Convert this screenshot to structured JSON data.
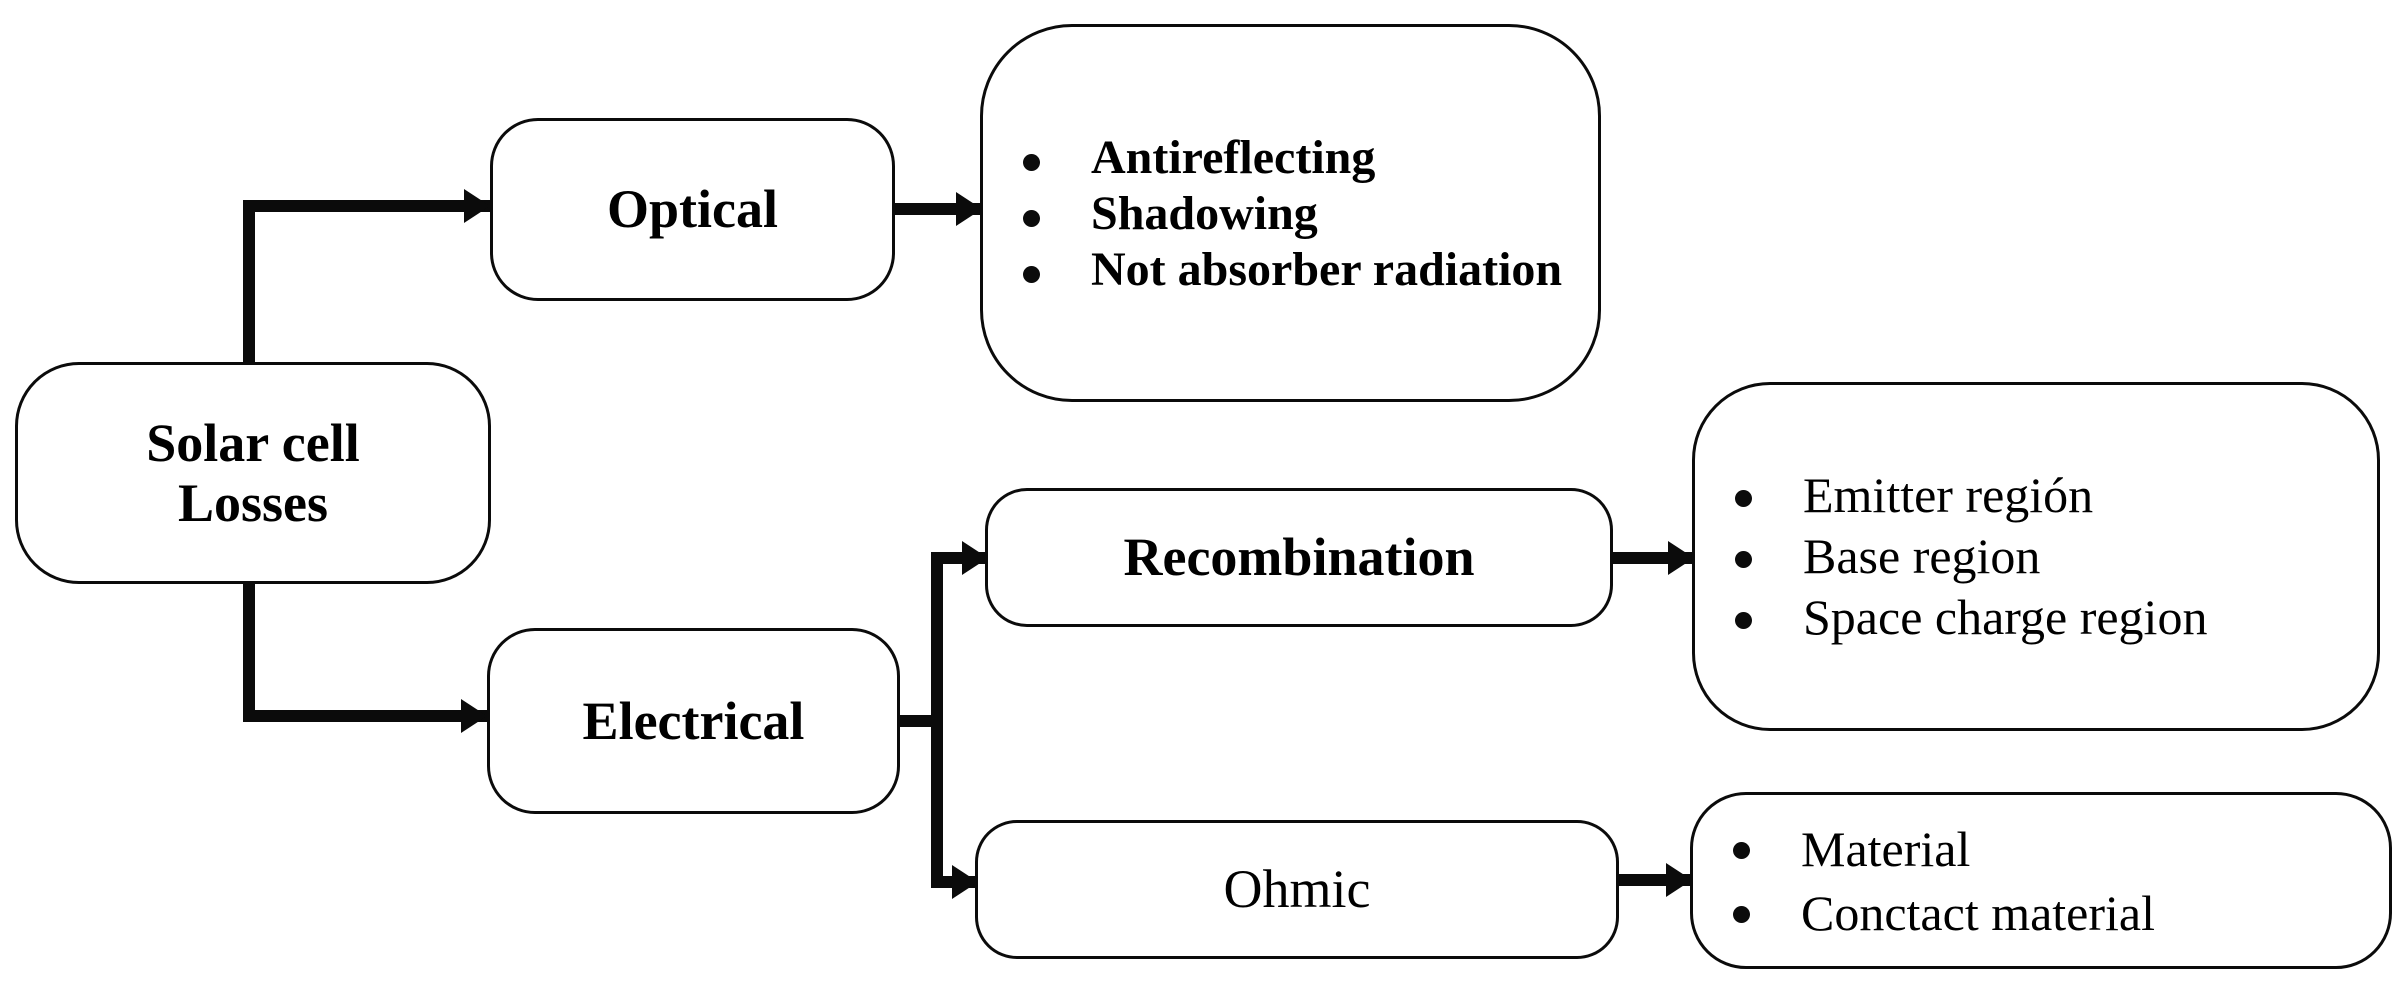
{
  "diagram": {
    "title": "Solar cell Losses",
    "nodes": {
      "root": "Solar cell\nLosses",
      "root_line1": "Solar cell",
      "root_line2": "Losses",
      "optical": "Optical",
      "electrical": "Electrical",
      "recombination": "Recombination",
      "ohmic": "Ohmic"
    },
    "lists": {
      "optical_losses": [
        "Antireflecting",
        "Shadowing",
        "Not absorber radiation"
      ],
      "recombination_regions": [
        "Emitter región",
        "Base region",
        "Space charge region"
      ],
      "ohmic_sources": [
        "Material",
        "Conctact  material"
      ]
    },
    "colors": {
      "stroke": "#0b0b0b",
      "background": "#ffffff",
      "text": "#000000"
    }
  }
}
